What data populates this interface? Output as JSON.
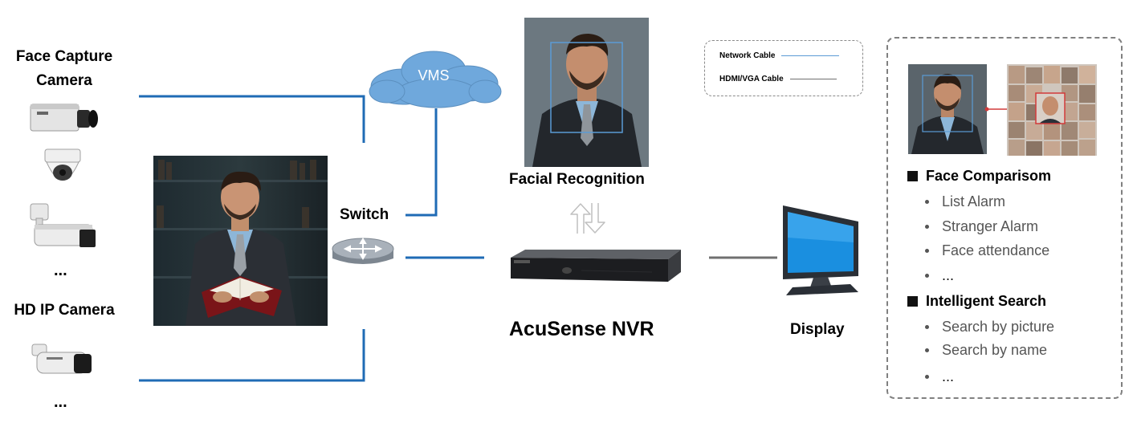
{
  "labels": {
    "face_capture_camera": [
      "Face Capture",
      "Camera"
    ],
    "hd_ip_camera": "HD IP Camera",
    "ellipsis": "...",
    "vms": "VMS",
    "switch": "Switch",
    "facial_recognition": "Facial Recognition",
    "acusense_nvr": "AcuSense NVR",
    "display": "Display"
  },
  "legend": {
    "network_cable": "Network Cable",
    "hdmi_vga_cable": "HDMI/VGA Cable"
  },
  "features": {
    "face_comparison": {
      "title": "Face Comparisom",
      "items": [
        "List Alarm",
        "Stranger Alarm",
        "Face attendance",
        "..."
      ]
    },
    "intelligent_search": {
      "title": "Intelligent Search",
      "items": [
        "Search by picture",
        "Search by name",
        "..."
      ]
    }
  },
  "colors": {
    "network_cable": "#1f6bb5",
    "hdmi_cable": "#707070",
    "cloud": "#6fa8dc",
    "face_box": "#5b9bd5",
    "compare_link": "#d23a3a"
  },
  "icons": {
    "box_camera": "box-camera-icon",
    "dome_camera": "dome-camera-icon",
    "bullet_camera": "bullet-camera-icon",
    "switch": "switch-icon",
    "nvr": "nvr-icon",
    "monitor": "monitor-icon",
    "sync": "sync-arrows-icon"
  }
}
